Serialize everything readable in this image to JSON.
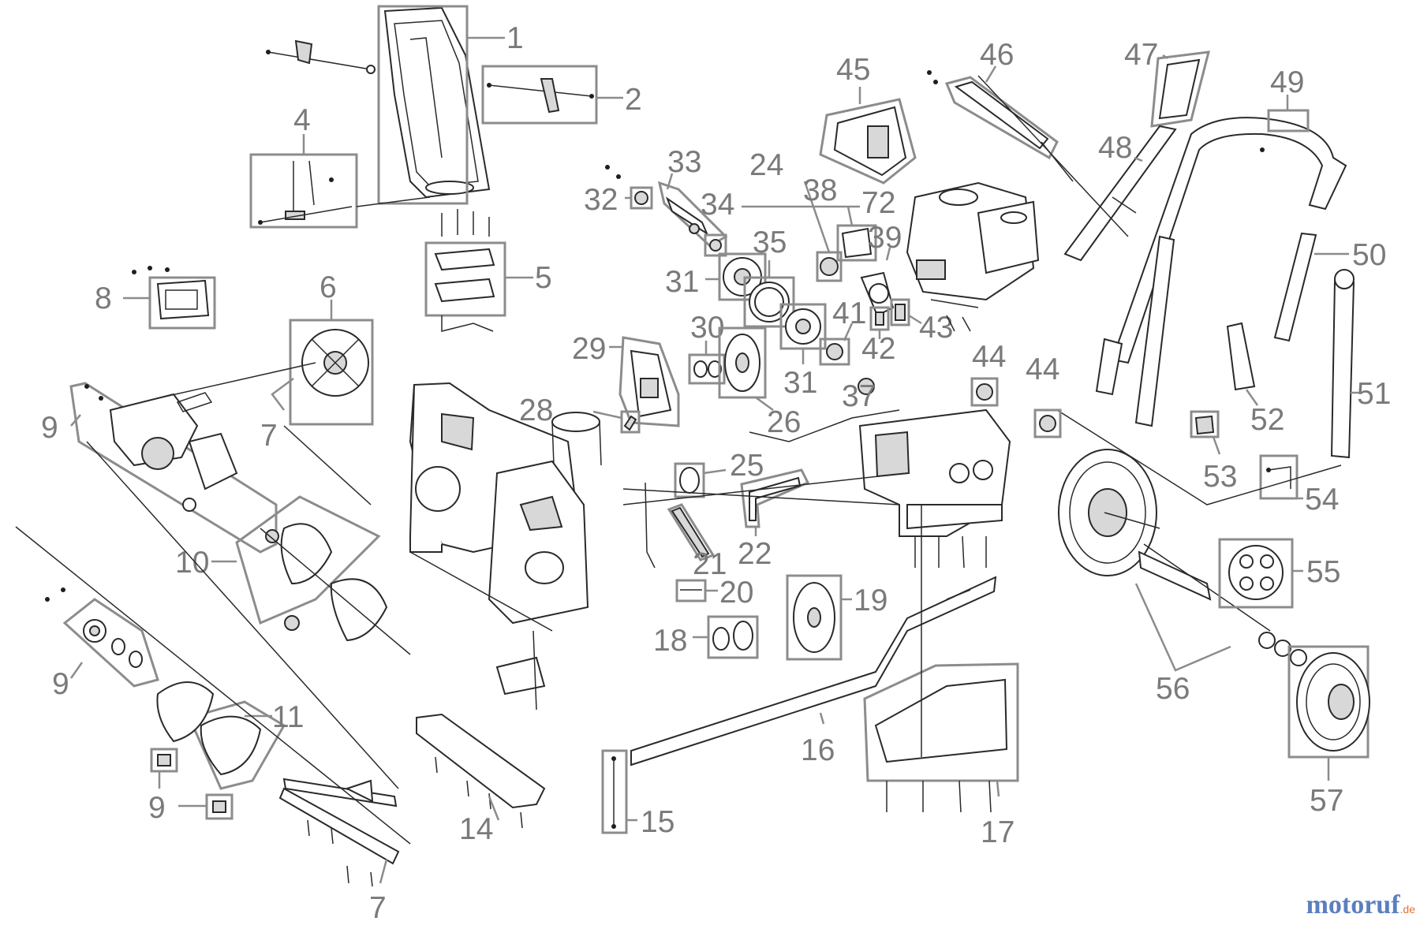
{
  "labels": {
    "p1": "1",
    "p2": "2",
    "p4": "4",
    "p5": "5",
    "p6": "6",
    "p7a": "7",
    "p7b": "7",
    "p8": "8",
    "p9a": "9",
    "p9b": "9",
    "p9c": "9",
    "p10": "10",
    "p11": "11",
    "p14": "14",
    "p15": "15",
    "p16": "16",
    "p17": "17",
    "p18": "18",
    "p19": "19",
    "p20": "20",
    "p21": "21",
    "p22": "22",
    "p24": "24",
    "p25": "25",
    "p26": "26",
    "p28": "28",
    "p29": "29",
    "p30": "30",
    "p31a": "31",
    "p31b": "31",
    "p32": "32",
    "p33": "33",
    "p34": "34",
    "p35": "35",
    "p37": "37",
    "p38": "38",
    "p39": "39",
    "p41": "41",
    "p42": "42",
    "p43": "43",
    "p44a": "44",
    "p44b": "44",
    "p45": "45",
    "p46": "46",
    "p47": "47",
    "p48": "48",
    "p49": "49",
    "p50": "50",
    "p51": "51",
    "p52": "52",
    "p53": "53",
    "p54": "54",
    "p55": "55",
    "p56": "56",
    "p57": "57",
    "p72": "72"
  },
  "watermark": {
    "brand": "motoruf",
    "tld": ".de"
  },
  "colors": {
    "callout": "#7a7a7a",
    "box": "#8c8c8c",
    "line": "#2a2a2a",
    "brand": "#5b7fbf"
  }
}
